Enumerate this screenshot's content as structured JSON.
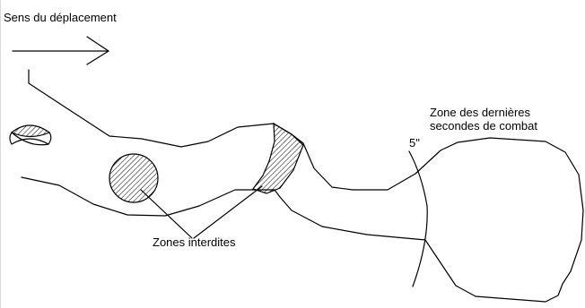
{
  "labels": {
    "direction": "Sens du déplacement",
    "end_zone_line1": "Zone des dernières",
    "end_zone_line2": "secondes de combat",
    "five_seconds": "5\"",
    "forbidden_zones": "Zones interdites"
  },
  "colors": {
    "stroke": "#000000",
    "hatch": "#000000",
    "background": "#ffffff"
  },
  "icons": {
    "direction_arrow": "right-arrow-icon"
  }
}
